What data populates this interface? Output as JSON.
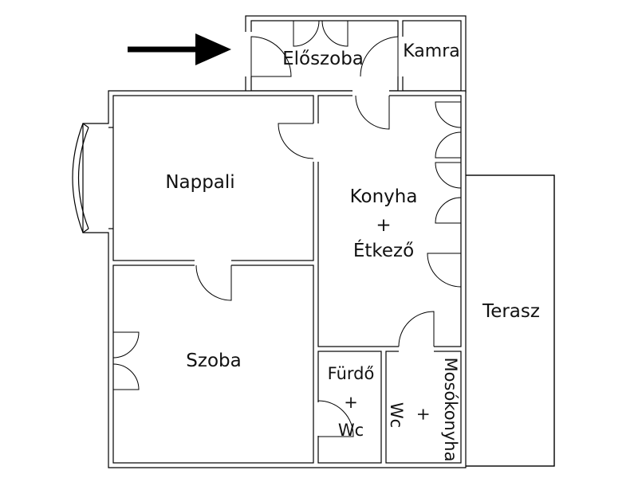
{
  "floor_plan": {
    "rooms": {
      "eloszoba": {
        "label": "Előszoba"
      },
      "kamra": {
        "label": "Kamra"
      },
      "nappali": {
        "label": "Nappali"
      },
      "konyha": {
        "line1": "Konyha",
        "line2": "+",
        "line3": "Étkező"
      },
      "szoba": {
        "label": "Szoba"
      },
      "furdo": {
        "line1": "Fürdő",
        "line2": "+",
        "line3": "Wc"
      },
      "mosokonyha": {
        "line1": "Mosókonyha",
        "line2": "+",
        "line3": "Wc"
      },
      "terasz": {
        "label": "Terasz"
      }
    },
    "entrance_arrow": {
      "icon": "entrance-arrow-icon",
      "direction": "right"
    },
    "colors": {
      "wall": "#000000",
      "background": "#ffffff"
    }
  }
}
